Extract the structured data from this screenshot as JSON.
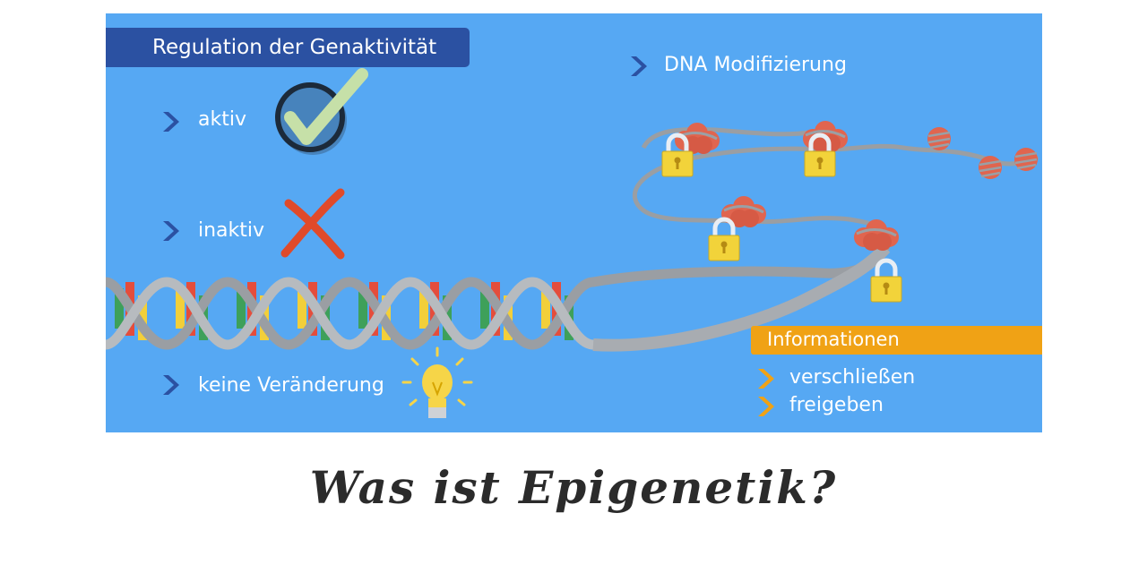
{
  "panel": {
    "title": "Regulation der Genaktivität",
    "items": {
      "aktiv": "aktiv",
      "inaktiv": "inaktiv",
      "keine_veraenderung": "keine Veränderung"
    },
    "dna_mod": "DNA Modifizierung",
    "info_title": "Informationen",
    "info_items": [
      "verschließen",
      "freigeben"
    ]
  },
  "caption": "Was ist Epigenetik?",
  "colors": {
    "panel_bg": "#56a8f3",
    "title_banner": "#2b51a2",
    "info_banner": "#f0a215",
    "chevron_blue": "#2b51a2",
    "chevron_orange": "#f0a215",
    "lock": "#f2d33a",
    "nucleosome": "#e0654f"
  },
  "icons": [
    "chevron-right-icon",
    "checkmark-icon",
    "cross-icon",
    "lightbulb-icon",
    "lock-icon",
    "nucleosome-icon",
    "dna-helix-icon"
  ]
}
